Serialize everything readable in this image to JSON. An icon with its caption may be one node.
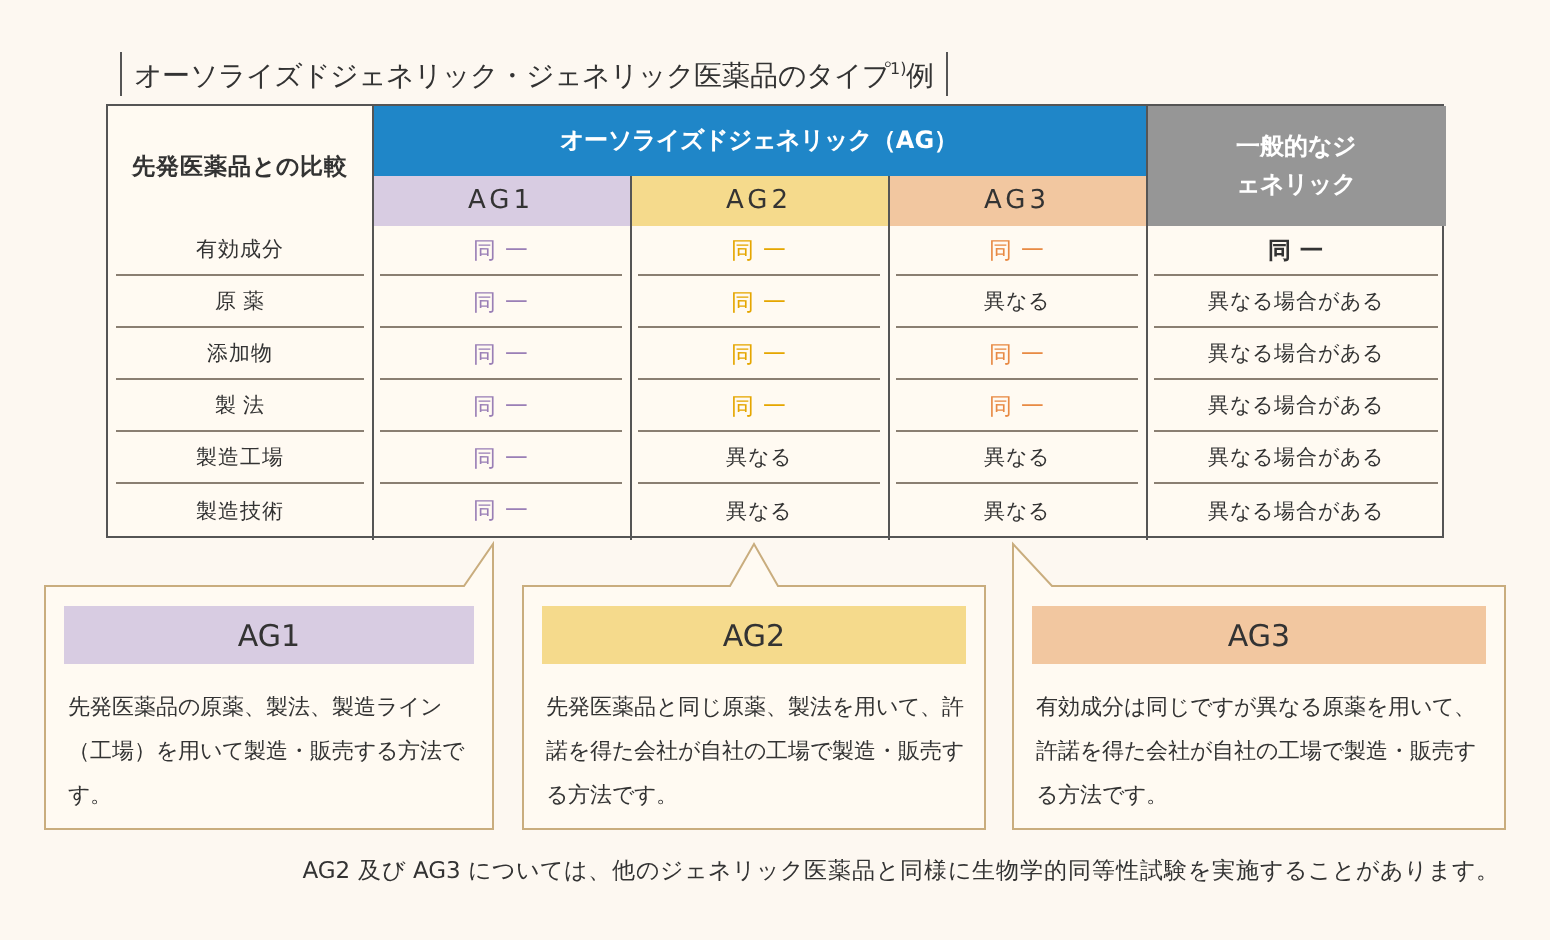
{
  "diagram": {
    "title": "オーソライズドジェネリック・ジェネリック医薬品のタイプ$^{1)}$例",
    "nodes": [
      {
        "text": [
          "AG1",
          "先発医薬品の原薬、製法、製造ライン（工場）を用いて製造・販売する方法です。"
        ]
      },
      {
        "text": [
          "AG2",
          "先発医薬品と同じ原薬、製法を用いて、許諾を得た会社が自社の工場で製造・販売する方法です。"
        ]
      },
      {
        "text": [
          "AG3",
          "有効成分は同じですが異なる原薬を用いて、許諾を得た会社が自社の工場で製造・販売する方法です。"
        ]
      }
    ],
    "labels": [
      "先発医薬品との比較",
      "オーソライズドジェネリック（AG）",
      "一般的なジェネリック",
      "AG1",
      "AG2",
      "AG3",
      "有効成分",
      "同 一",
      "同 一",
      "同 一",
      "同 一",
      "原 薬",
      "同 一",
      "同 一",
      "異なる",
      "異なる場合がある",
      "添加物",
      "同 一",
      "同 一",
      "同 一",
      "異なる場合がある",
      "製 法",
      "同 一",
      "同 一",
      "同 一",
      "異なる場合がある",
      "製造工場",
      "同 一",
      "異なる",
      "異なる",
      "異なる場合がある",
      "製造技術",
      "同 一",
      "異なる",
      "異なる",
      "異なる場合がある"
    ],
    "caption": "AG2 及び AG3 については、他のジェネリック医薬品と同様に生物学的同等性試験を実施することがあります。"
  }
}
